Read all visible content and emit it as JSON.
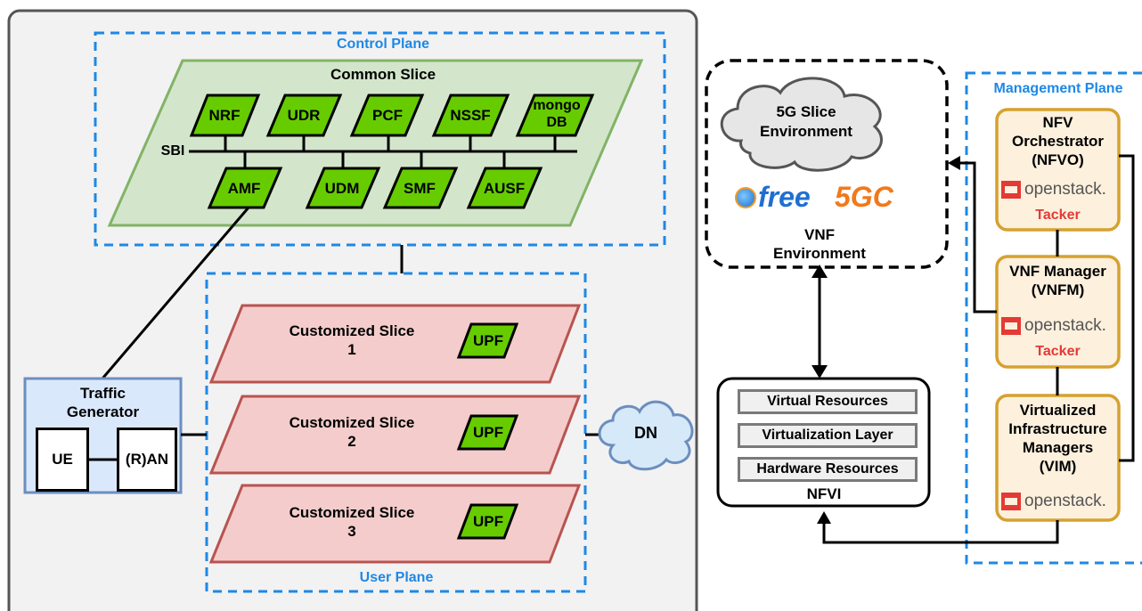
{
  "control_plane": {
    "title": "Control Plane",
    "common_slice": "Common Slice",
    "sbi": "SBI",
    "nfs_top": [
      "NRF",
      "UDR",
      "PCF",
      "NSSF"
    ],
    "mongo": [
      "mongo",
      "DB"
    ],
    "nfs_bottom": [
      "AMF",
      "UDM",
      "SMF",
      "AUSF"
    ]
  },
  "user_plane": {
    "title": "User Plane",
    "slices": [
      {
        "line1": "Customized Slice",
        "line2": "1",
        "upf": "UPF"
      },
      {
        "line1": "Customized Slice",
        "line2": "2",
        "upf": "UPF"
      },
      {
        "line1": "Customized Slice",
        "line2": "3",
        "upf": "UPF"
      }
    ]
  },
  "traffic_generator": {
    "line1": "Traffic",
    "line2": "Generator",
    "ue": "UE",
    "ran": "(R)AN"
  },
  "dn": "DN",
  "vnf_env": {
    "cloud_line1": "5G Slice",
    "cloud_line2": "Environment",
    "logo_free": "free",
    "logo_5gc": "5GC",
    "line1": "VNF",
    "line2": "Environment"
  },
  "nfvi": {
    "resources": [
      "Virtual Resources",
      "Virtualization Layer",
      "Hardware Resources"
    ],
    "label": "NFVI"
  },
  "management_plane": {
    "title": "Management Plane",
    "nfvo": [
      "NFV",
      "Orchestrator",
      "(NFVO)"
    ],
    "vnfm": [
      "VNF Manager",
      "(VNFM)"
    ],
    "vim": [
      "Virtualized",
      "Infrastructure",
      "Managers",
      "(VIM)"
    ],
    "openstack": "openstack.",
    "tacker": "Tacker"
  },
  "colors": {
    "nf_green": "#66cc00",
    "common_slice_fill": "#d3e6cc",
    "custom_slice_fill": "#f4cccc",
    "plane_border": "#1e88e5",
    "manager_fill": "#fdf0dd",
    "manager_border": "#d6a12f",
    "tg_fill": "#dae8fc",
    "dn_fill": "#d6e9f8"
  }
}
